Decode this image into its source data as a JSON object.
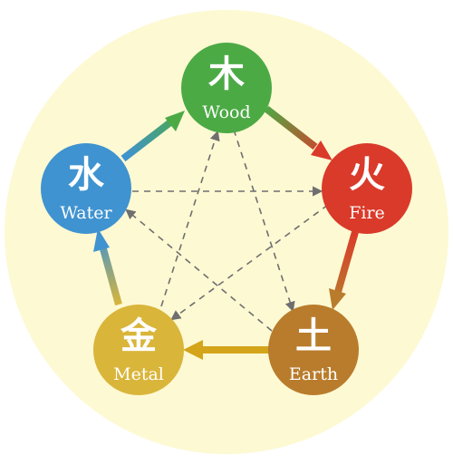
{
  "colors": {
    "background_disc": "#fdf9d3",
    "wood": "#4caa45",
    "fire": "#da3a2a",
    "earth": "#b97c2c",
    "metal": "#d9b53a",
    "water": "#3f93d0",
    "control_line": "#6f6f6f"
  },
  "elements": {
    "wood": {
      "kanji": "木",
      "label": "Wood"
    },
    "fire": {
      "kanji": "火",
      "label": "Fire"
    },
    "earth": {
      "kanji": "土",
      "label": "Earth"
    },
    "metal": {
      "kanji": "金",
      "label": "Metal"
    },
    "water": {
      "kanji": "水",
      "label": "Water"
    }
  },
  "generating_cycle": [
    "wood",
    "fire",
    "earth",
    "metal",
    "water"
  ],
  "controlling_cycle": [
    [
      "wood",
      "earth"
    ],
    [
      "earth",
      "water"
    ],
    [
      "water",
      "fire"
    ],
    [
      "fire",
      "metal"
    ],
    [
      "metal",
      "wood"
    ]
  ]
}
